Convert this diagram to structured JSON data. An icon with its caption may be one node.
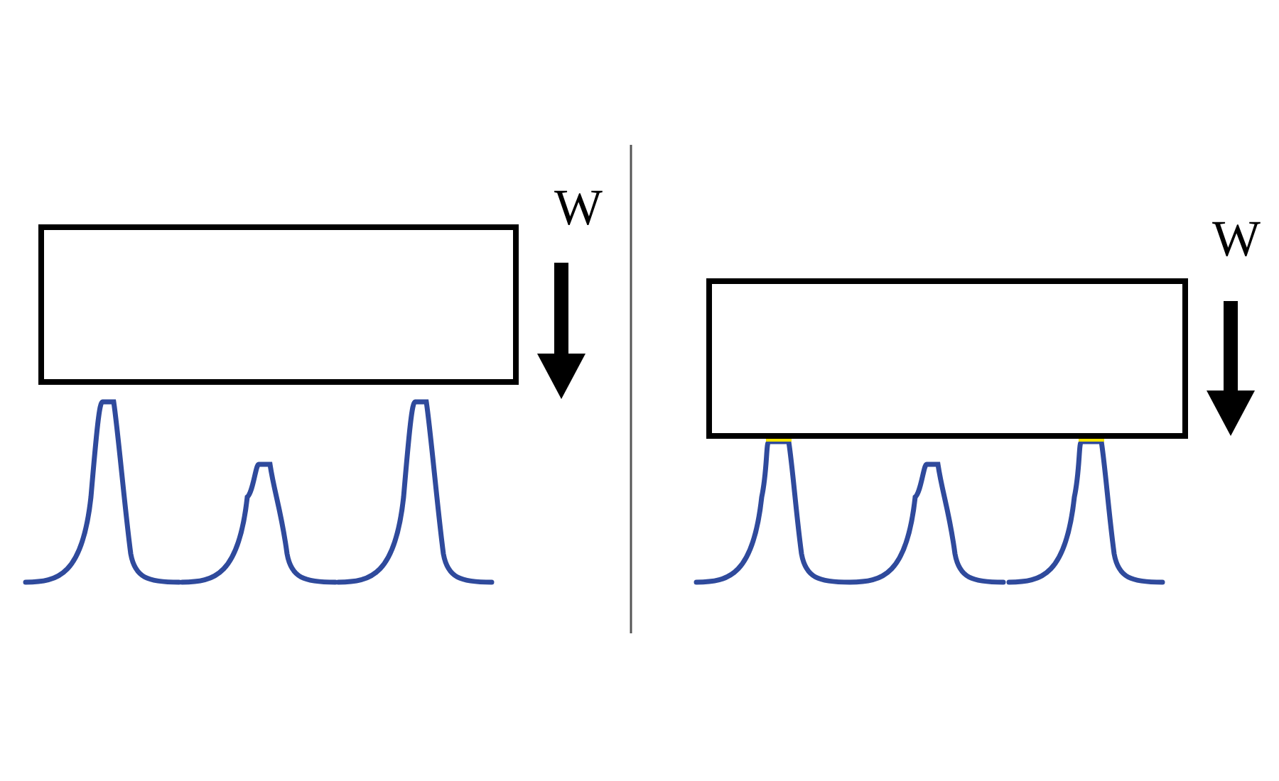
{
  "diagram": {
    "nodes": [
      {
        "text": [],
        "shape": "box"
      },
      {
        "text": [],
        "shape": "box"
      }
    ],
    "labels": [
      "W",
      "W"
    ]
  }
}
